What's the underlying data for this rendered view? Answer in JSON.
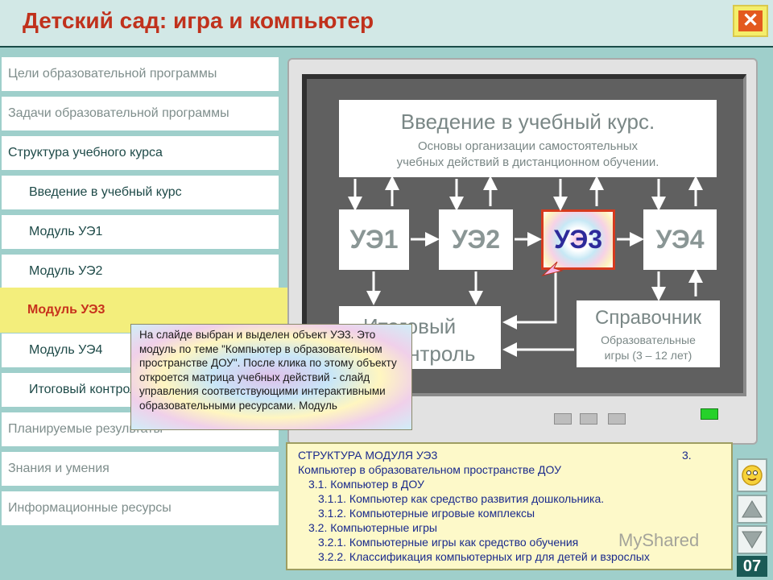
{
  "header": {
    "title": "Детский сад: игра и компьютер",
    "close_label": "✕"
  },
  "menu": {
    "items": [
      {
        "label": "Цели образовательной программы"
      },
      {
        "label": "Задачи образовательной программы"
      },
      {
        "label": "Структура учебного курса"
      },
      {
        "label": "Введение в учебный курс"
      },
      {
        "label": "Модуль УЭ1"
      },
      {
        "label": "Модуль УЭ2"
      },
      {
        "label": "Модуль УЭ3"
      },
      {
        "label": "Модуль УЭ4"
      },
      {
        "label": "Итоговый контроль"
      },
      {
        "label": "Планируемые результаты"
      },
      {
        "label": "Знания и умения"
      },
      {
        "label": "Информационные ресурсы"
      }
    ]
  },
  "diagram": {
    "intro_title": "Введение в учебный курс.",
    "intro_sub1": "Основы организации самостоятельных",
    "intro_sub2": "учебных действий в дистанционном обучении.",
    "ue1": "УЭ1",
    "ue2": "УЭ2",
    "ue3": "УЭ3",
    "ue4": "УЭ4",
    "control_line1": "Итоговый",
    "control_line2": "контроль",
    "ref_title": "Справочник",
    "ref_sub1": "Образовательные",
    "ref_sub2": "игры  (3 – 12 лет)"
  },
  "tooltip": {
    "text": "На слайде выбран и выделен объект УЭ3. Это модуль по теме \"Компьютер в образовательном пространстве ДОУ\". После клика по этому объекту откроется матрица учебных действий - слайд управления соответствующими интерактивными образовательными ресурсами. Модуль"
  },
  "structure": {
    "line1": "СТРУКТУРА МОДУЛЯ УЭ3",
    "line1_num": "3.",
    "line2": "Компьютер в образовательном пространстве ДОУ",
    "line3": "3.1. Компьютер в ДОУ",
    "line4": "3.1.1. Компьютер как средство развития дошкольника.",
    "line5": "3.1.2. Компьютерные игровые комплексы",
    "line6": "3.2. Компьютерные игры",
    "line7": "3.2.1. Компьютерные игры как средство обучения",
    "line8": "3.2.2. Классификация компьютерных игр для детей и взрослых"
  },
  "footer": {
    "page_number": "07",
    "watermark": "MyShared"
  },
  "colors": {
    "accent": "#c0311c",
    "background": "#9fcfcb",
    "highlight": "#f3ee7c",
    "page_badge": "#1b5a56"
  }
}
